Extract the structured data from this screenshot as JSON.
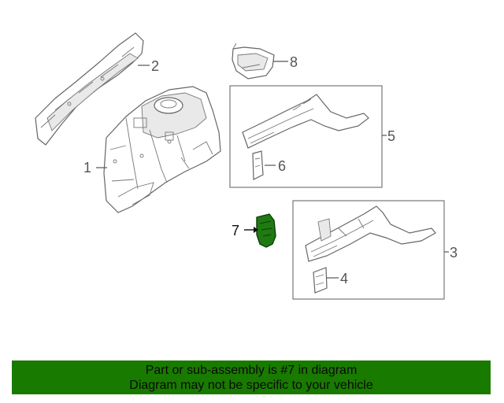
{
  "diagram": {
    "callouts": [
      {
        "id": "1",
        "text": "1"
      },
      {
        "id": "2",
        "text": "2"
      },
      {
        "id": "3",
        "text": "3"
      },
      {
        "id": "4",
        "text": "4"
      },
      {
        "id": "5",
        "text": "5"
      },
      {
        "id": "6",
        "text": "6"
      },
      {
        "id": "7",
        "text": "7"
      },
      {
        "id": "8",
        "text": "8"
      }
    ],
    "highlight_color": "#1f7a12"
  },
  "banner": {
    "line1": "Part or sub-assembly is #7 in diagram",
    "line2": "Diagram may not be specific to your vehicle",
    "background": "#197a00"
  }
}
